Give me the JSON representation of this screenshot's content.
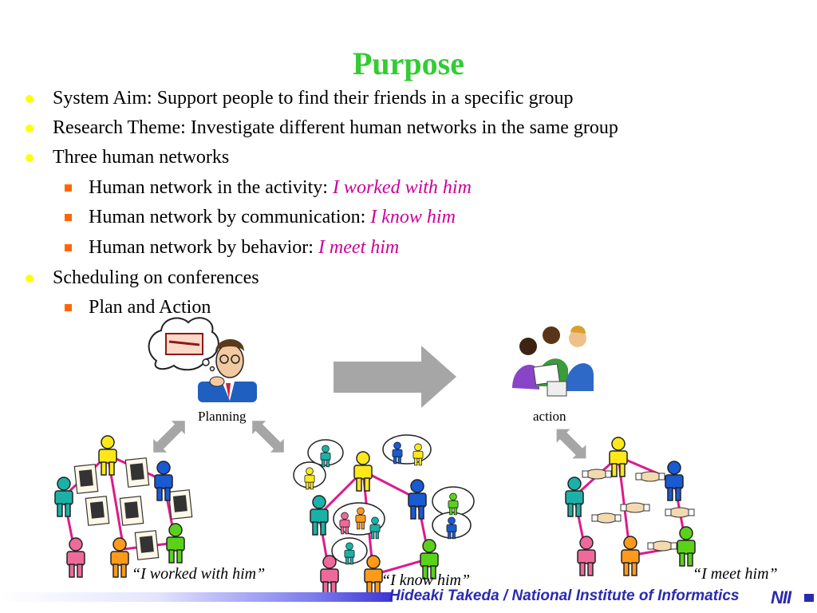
{
  "title": "Purpose",
  "bullets": [
    {
      "text": "System Aim: Support people to find their friends in a specific group"
    },
    {
      "text": "Research Theme: Investigate different human networks in the same group"
    },
    {
      "text": "Three human networks"
    },
    {
      "text": "Human network in the activity: ",
      "emphasis": "I worked with him"
    },
    {
      "text": "Human network by communication: ",
      "emphasis": "I know him"
    },
    {
      "text": "Human network by behavior: ",
      "emphasis": "I meet him"
    },
    {
      "text": "Scheduling on conferences"
    },
    {
      "text": "Plan and Action"
    }
  ],
  "diagram": {
    "planning_label": "Planning",
    "action_label": "action",
    "worked_label": "“I worked with him”",
    "know_label": "“I know him”",
    "meet_label": "“I meet him”"
  },
  "footer": {
    "credit": "Hideaki Takeda / National Institute of Informatics",
    "logo": "NII"
  },
  "colors": {
    "title": "#33cc33",
    "emphasis": "#cc0099",
    "bullet_level1": "#ffff00",
    "bullet_level2": "#ff6600",
    "network_edge": "#dd1a8c",
    "footer_blue": "#2a2ab0"
  }
}
